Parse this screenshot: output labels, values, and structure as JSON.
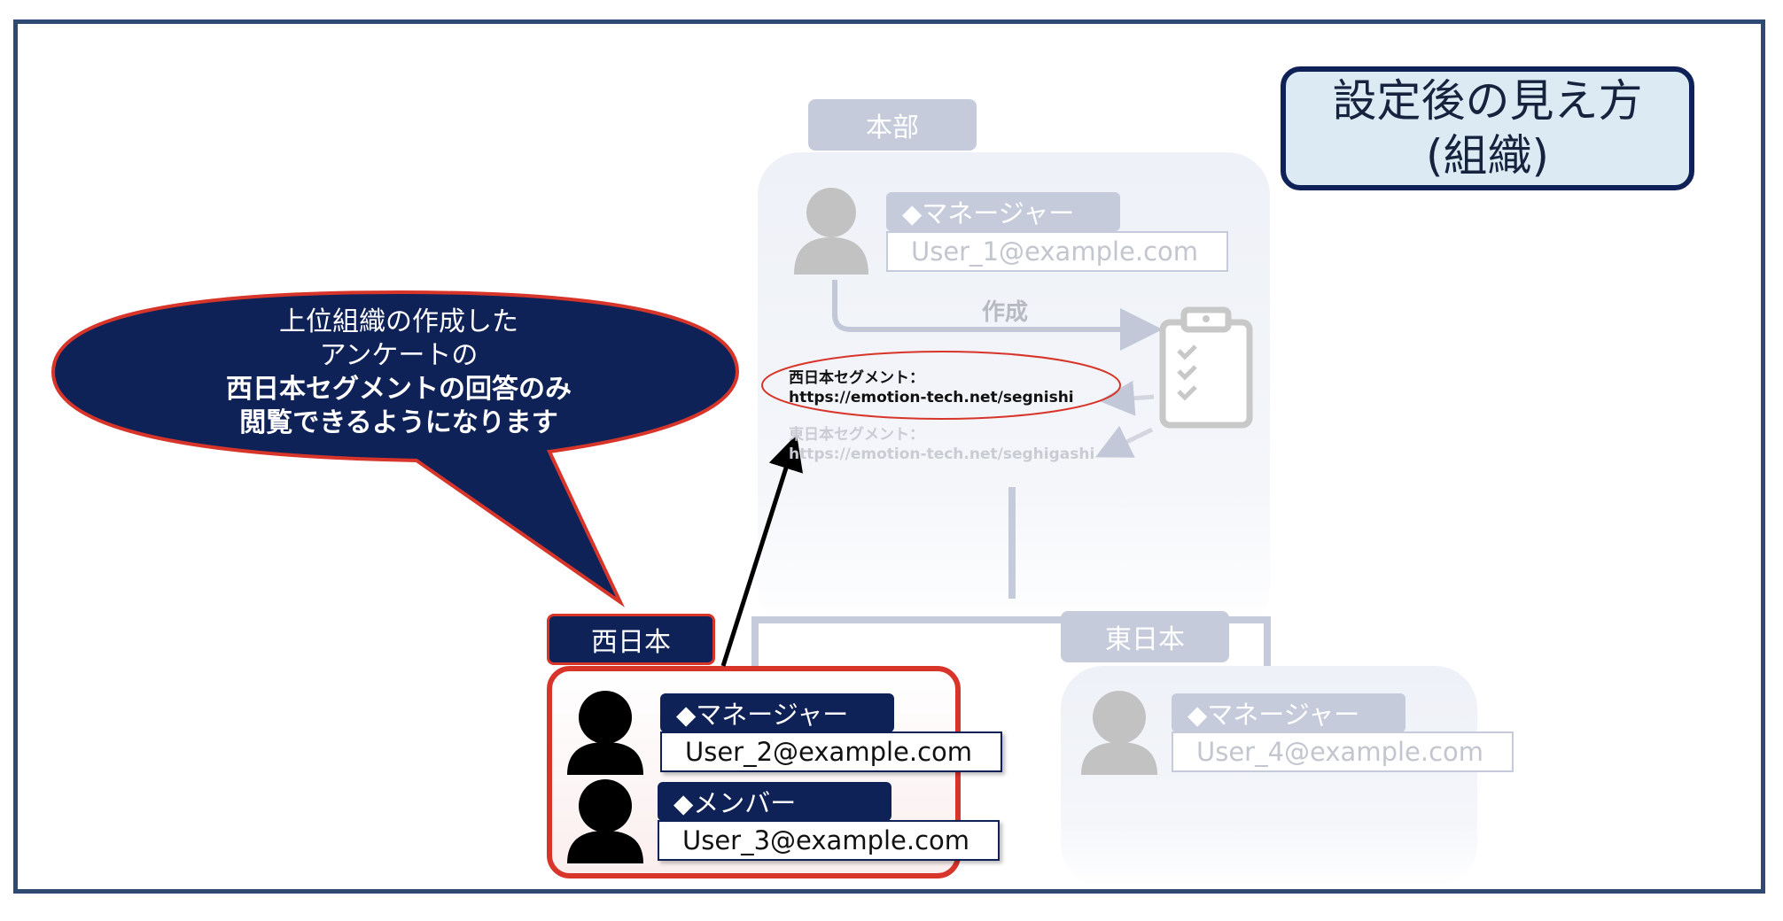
{
  "title": {
    "line1": "設定後の見え方",
    "line2": "(組織)"
  },
  "callout": {
    "line1": "上位組織の作成した",
    "line2": "アンケートの",
    "line3": "西日本セグメントの回答のみ",
    "line4": "閲覧できるようになります"
  },
  "headquarters": {
    "name": "本部",
    "role": "◆マネージャー",
    "email": "User_1@example.com",
    "create_label": "作成"
  },
  "segments": {
    "west_label": "西日本セグメント：",
    "west_url": "https://emotion-tech.net/segnishi",
    "east_label": "東日本セグメント：",
    "east_url": "https://emotion-tech.net/seghigashi"
  },
  "west": {
    "name": "西日本",
    "manager_role": "◆マネージャー",
    "manager_email": "User_2@example.com",
    "member_role": "◆メンバー",
    "member_email": "User_3@example.com"
  },
  "east": {
    "name": "東日本",
    "role": "◆マネージャー",
    "email": "User_4@example.com"
  },
  "colors": {
    "navy": "#0f2258",
    "red_accent": "#d8352a",
    "faded_gray": "#c6cbdb"
  }
}
